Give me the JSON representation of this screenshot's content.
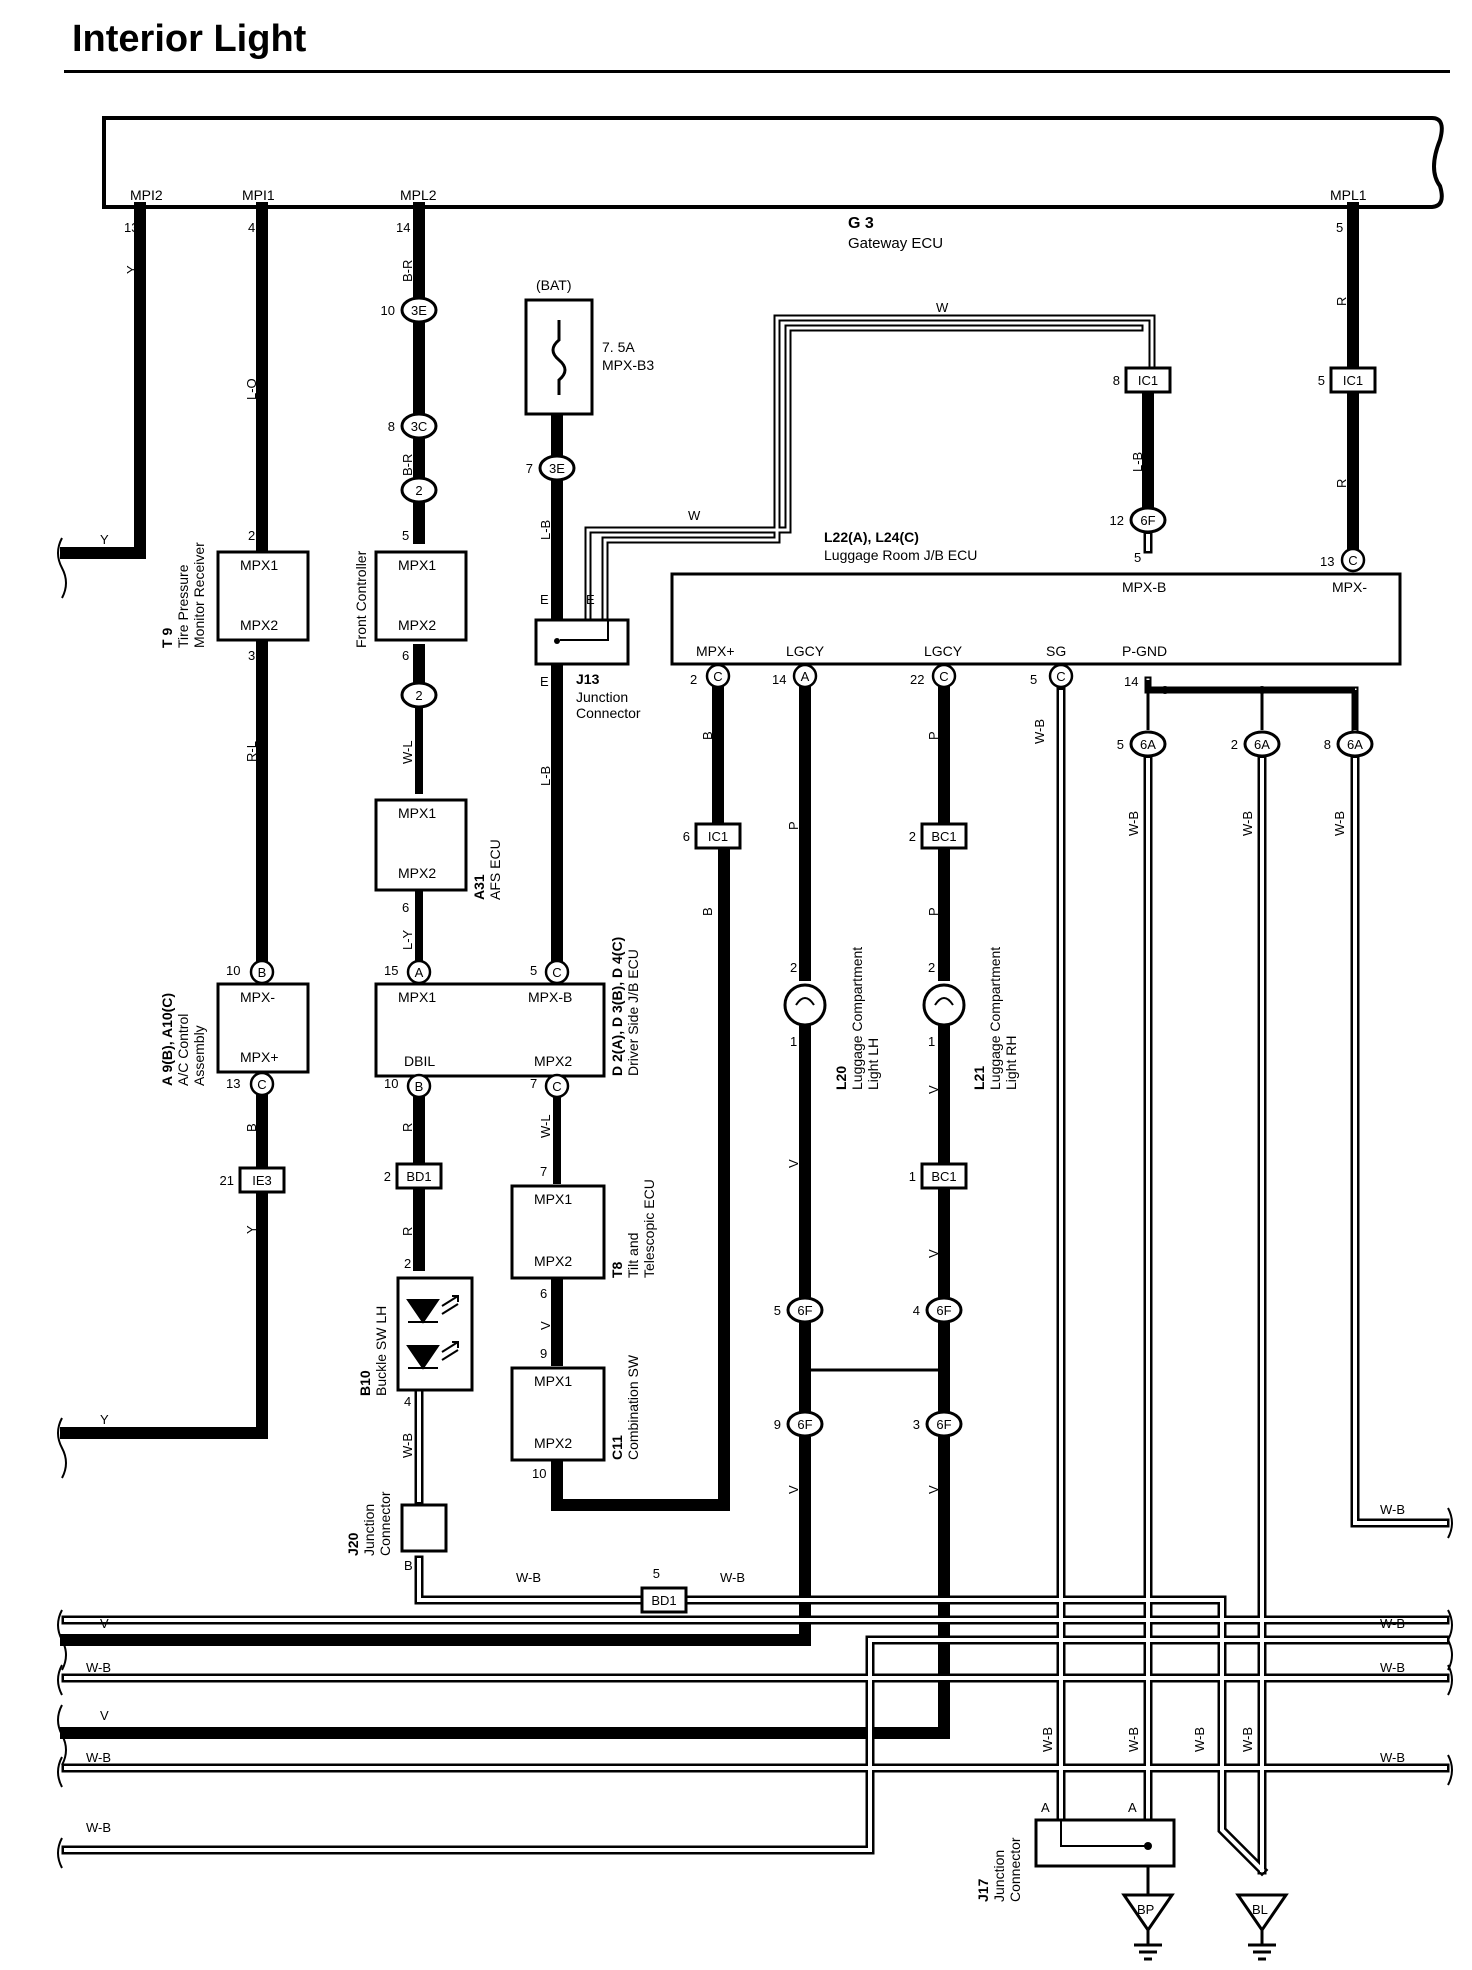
{
  "title": "Interior Light",
  "colors": {
    "wire": "#000000",
    "background": "#ffffff"
  },
  "gateway": {
    "code": "G 3",
    "name": "Gateway ECU",
    "pins": [
      {
        "label": "MPI2",
        "pin": "13",
        "wire": "Y"
      },
      {
        "label": "MPI1",
        "pin": "4",
        "wire": "L-O"
      },
      {
        "label": "MPL2",
        "pin": "14",
        "wire": "B-R"
      },
      {
        "label": "MPL1",
        "pin": "5",
        "wire": "R"
      }
    ]
  },
  "fuse": {
    "source": "(BAT)",
    "rating": "7. 5A",
    "name": "MPX-B3"
  },
  "connectors": {
    "c3E_top": {
      "code": "3E",
      "pin": "10"
    },
    "c3C": {
      "code": "3C",
      "pin": "8"
    },
    "c2_a": {
      "code": "2",
      "pin": ""
    },
    "c2_b": {
      "code": "2",
      "pin": ""
    },
    "c3E_fuse": {
      "code": "3E",
      "pin": "7"
    },
    "ic1_w": {
      "code": "IC1",
      "pin": "8"
    },
    "ic1_r": {
      "code": "IC1",
      "pin": "5"
    },
    "c6f_12": {
      "code": "6F",
      "pin": "12"
    },
    "ic1_b": {
      "code": "IC1",
      "pin": "6"
    },
    "bc1_top": {
      "code": "BC1",
      "pin": "2"
    },
    "bc1_bot": {
      "code": "BC1",
      "pin": "1"
    },
    "c6f_5": {
      "code": "6F",
      "pin": "5"
    },
    "c6f_4": {
      "code": "6F",
      "pin": "4"
    },
    "c6f_9": {
      "code": "6F",
      "pin": "9"
    },
    "c6f_3": {
      "code": "6F",
      "pin": "3"
    },
    "c6a_5": {
      "code": "6A",
      "pin": "5"
    },
    "c6a_2": {
      "code": "6A",
      "pin": "2"
    },
    "c6a_8": {
      "code": "6A",
      "pin": "8"
    },
    "ie3": {
      "code": "IE3",
      "pin": "21"
    },
    "bd1_top": {
      "code": "BD1",
      "pin": "2"
    },
    "bd1_bot": {
      "code": "BD1",
      "pin": "5"
    }
  },
  "components": {
    "t9": {
      "code": "T 9",
      "name1": "Tire Pressure",
      "name2": "Monitor Receiver",
      "p1": "MPX1",
      "p2": "MPX2",
      "pin_top": "2",
      "pin_bot": "3"
    },
    "front_ctrl": {
      "name": "Front Controller",
      "p1": "MPX1",
      "p2": "MPX2",
      "pin_top": "5",
      "pin_bot": "6"
    },
    "a31": {
      "code": "A31",
      "name": "AFS ECU",
      "p1": "MPX1",
      "p2": "MPX2",
      "pin_bot": "6"
    },
    "a9": {
      "code": "A 9(B), A10(C)",
      "name1": "A/C Control",
      "name2": "Assembly",
      "p1": "MPX-",
      "p2": "MPX+",
      "pin_top": "10",
      "conn_top": "B",
      "pin_bot": "13",
      "conn_bot": "C"
    },
    "d2": {
      "code": "D 2(A), D 3(B), D 4(C)",
      "name": "Driver Side J/B ECU",
      "p1": "MPX1",
      "p2": "MPX-B",
      "p3": "DBIL",
      "p4": "MPX2",
      "pin_a": "15",
      "conn_a": "A",
      "pin_b": "5",
      "conn_b": "C",
      "pin_c": "10",
      "conn_c": "B",
      "pin_d": "7",
      "conn_d": "C"
    },
    "j13": {
      "code": "J13",
      "name1": "Junction",
      "name2": "Connector",
      "pin": "E"
    },
    "l22": {
      "code": "L22(A), L24(C)",
      "name": "Luggage Room J/B ECU",
      "p_mpxb": "MPX-B",
      "p_mpxm": "MPX-",
      "p_mpxp": "MPX+",
      "p_lgcy1": "LGCY",
      "p_lgcy2": "LGCY",
      "p_sg": "SG",
      "p_pgnd": "P-GND",
      "pin_mpxb": "5",
      "pin_mpxm": "13",
      "conn_mpxm": "C",
      "pin_mpxp": "2",
      "conn_mpxp": "C",
      "pin_lgcy1": "14",
      "conn_lgcy1": "A",
      "pin_lgcy2": "22",
      "conn_lgcy2": "C",
      "pin_sg": "5",
      "conn_sg": "C",
      "pin_pgnd": "14"
    },
    "l20": {
      "code": "L20",
      "name1": "Luggage Compartment",
      "name2": "Light LH",
      "pin_top": "2",
      "pin_bot": "1"
    },
    "l21": {
      "code": "L21",
      "name1": "Luggage Compartment",
      "name2": "Light RH",
      "pin_top": "2",
      "pin_bot": "1"
    },
    "t8": {
      "code": "T8",
      "name1": "Tilt and",
      "name2": "Telescopic ECU",
      "p1": "MPX1",
      "p2": "MPX2",
      "pin_top": "7",
      "pin_bot": "6"
    },
    "c11": {
      "code": "C11",
      "name": "Combination SW",
      "p1": "MPX1",
      "p2": "MPX2",
      "pin_top": "9",
      "pin_bot": "10"
    },
    "b10": {
      "code": "B10",
      "name": "Buckle SW LH",
      "pin_top": "2",
      "pin_bot": "4"
    },
    "j20": {
      "code": "J20",
      "name1": "Junction",
      "name2": "Connector",
      "pin": "B"
    },
    "j17": {
      "code": "J17",
      "name1": "Junction",
      "name2": "Connector",
      "pin_a1": "A",
      "pin_a2": "A"
    }
  },
  "grounds": [
    {
      "label": "BP"
    },
    {
      "label": "BL"
    }
  ],
  "wire_colors": {
    "y": "Y",
    "lo": "L-O",
    "br": "B-R",
    "rl": "R-L",
    "wl": "W-L",
    "ly": "L-Y",
    "r": "R",
    "lb": "L-B",
    "w": "W",
    "b": "B",
    "p": "P",
    "v": "V",
    "wb": "W-B"
  }
}
